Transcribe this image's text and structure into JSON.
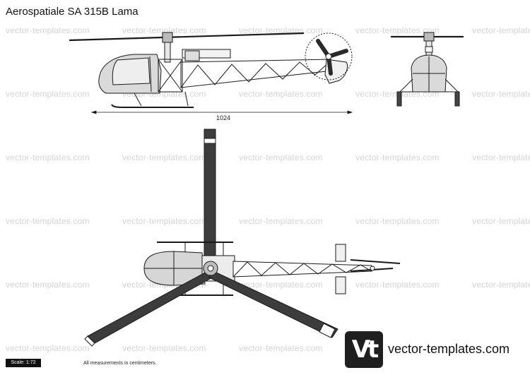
{
  "title": "Aerospatiale SA 315B Lama",
  "watermark_text": "vector-templates.com",
  "dimension": {
    "length_label": "1024"
  },
  "scale_label": "Scale: 1:72",
  "footnote": "All measurements in centimeters.",
  "brand": {
    "logo_text": "Vt",
    "name": "vector-templates.com"
  },
  "colors": {
    "line": "#1a1a1a",
    "rotor": "#3c3c3c",
    "canopy": "#d6d6d6",
    "watermark": "#d4d4d4"
  },
  "views": [
    "side-view",
    "front-view",
    "top-view"
  ]
}
